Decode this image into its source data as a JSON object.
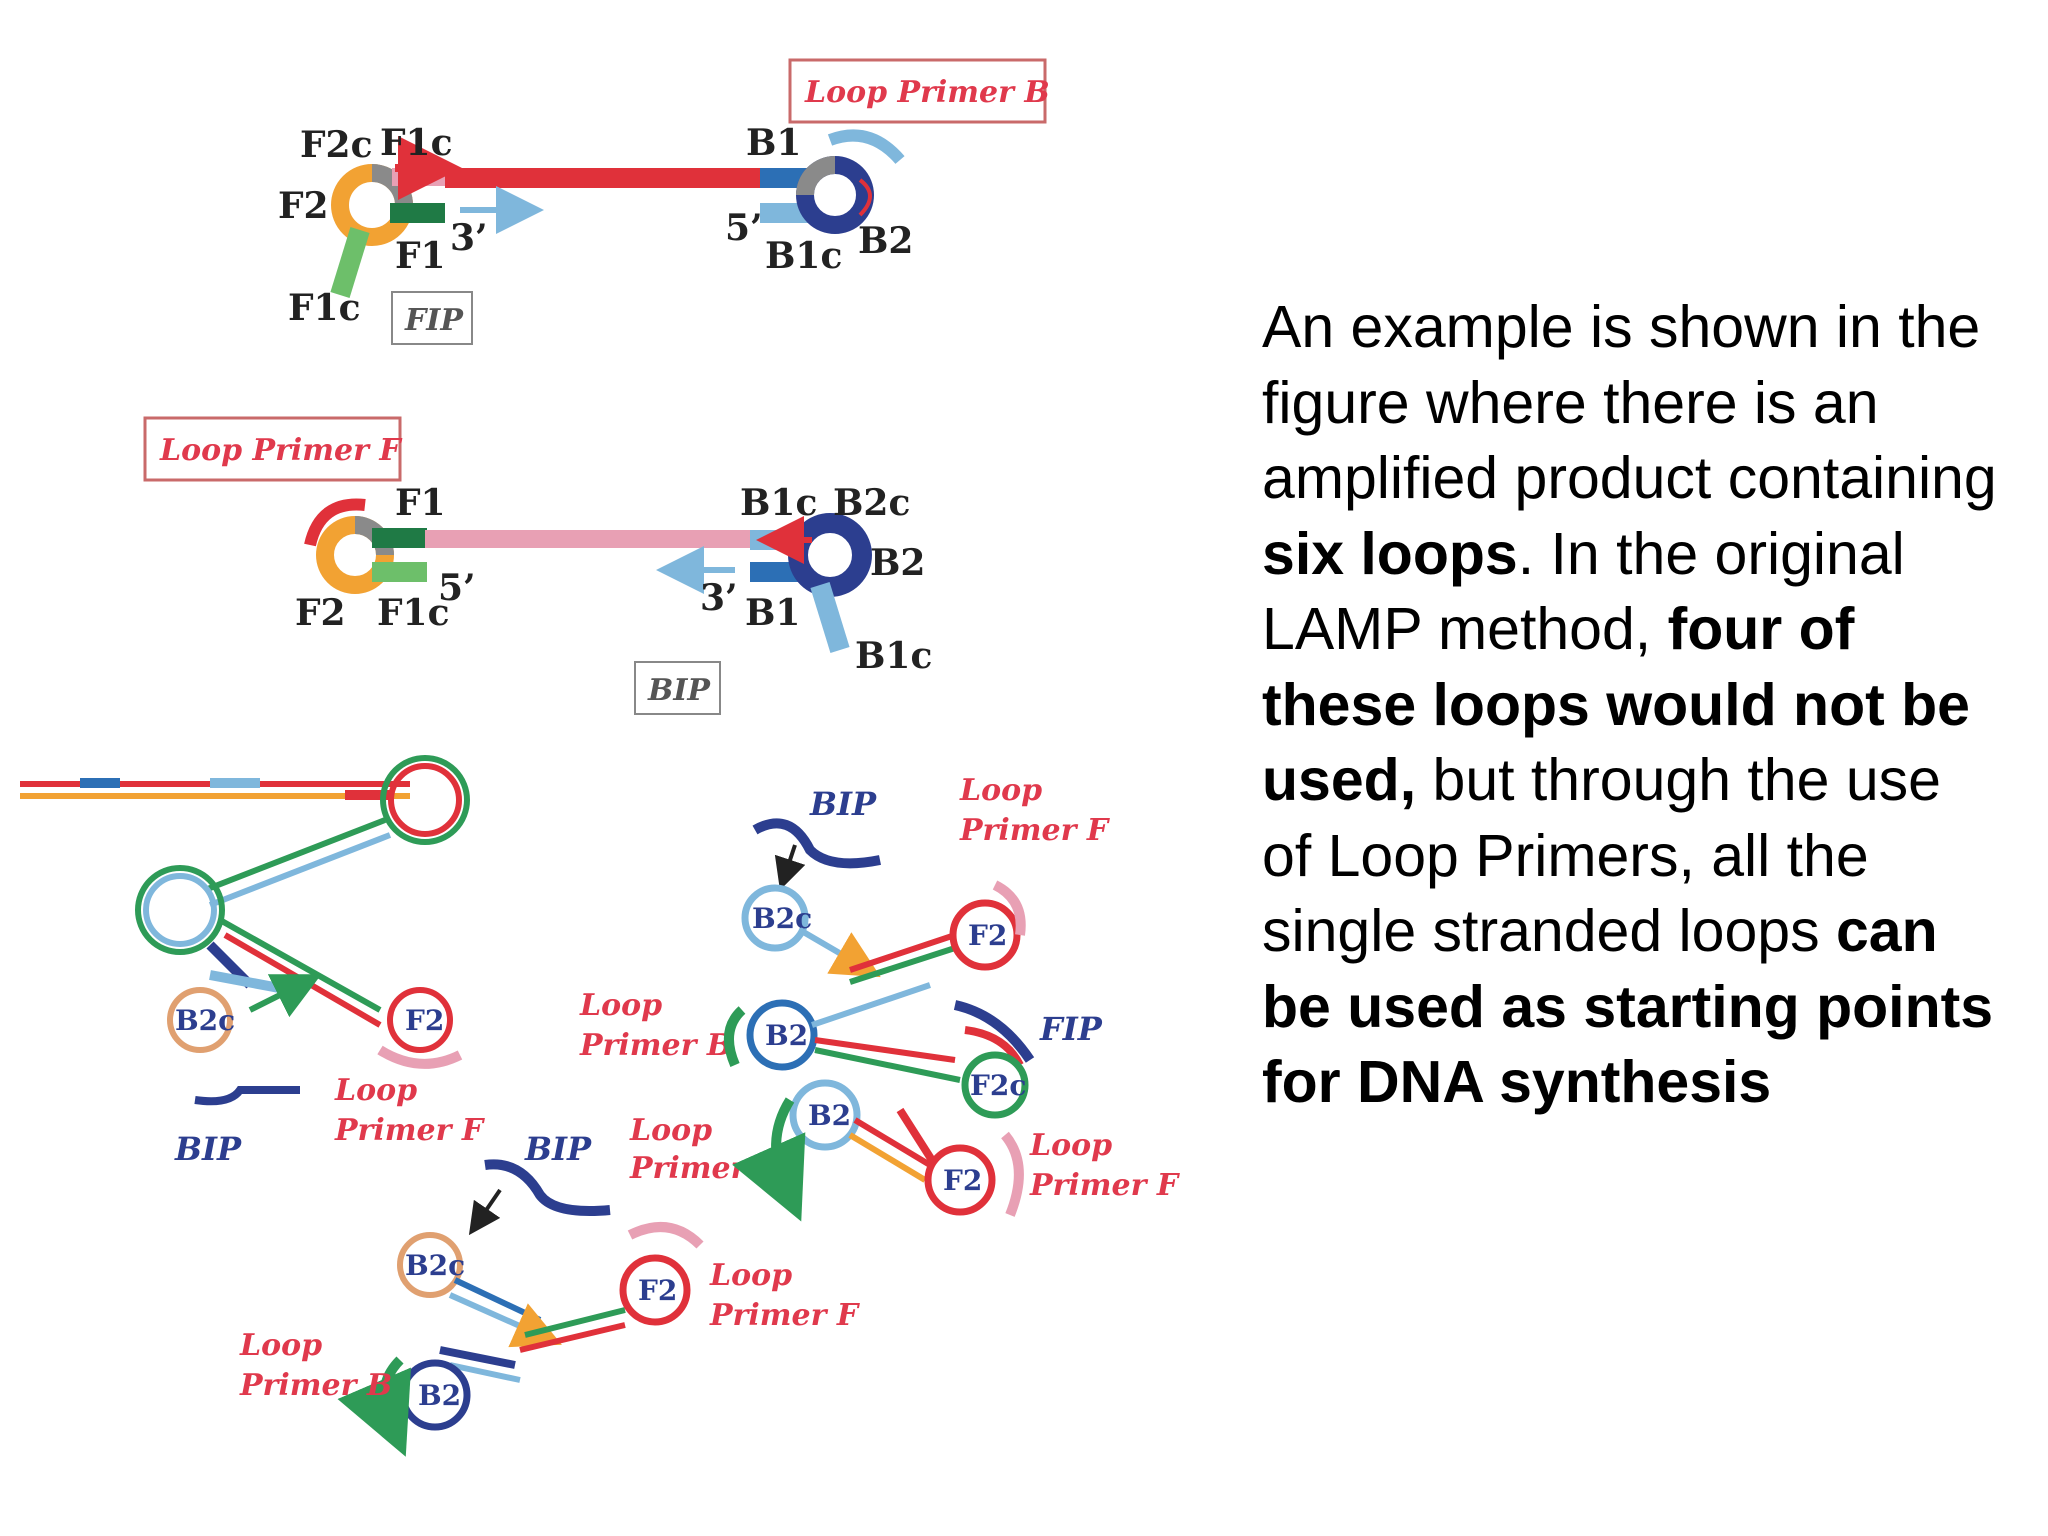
{
  "caption": {
    "t1": "An example is shown in the figure where there is an amplified product containing ",
    "b1": "six loops",
    "t2": ". In the original LAMP method, ",
    "b2": "four of these loops would not be used,",
    "t3": " but through the use of Loop Primers, all the single stranded loops ",
    "b3": "can be used as starting points for DNA synthesis"
  },
  "diagram": {
    "top": {
      "loop_primer_b": "Loop Primer B",
      "f2c": "F2c",
      "f1c": "F1c",
      "f2": "F2",
      "f1": "F1",
      "three_prime": "3’",
      "f1c_bottom": "F1c",
      "fip": "FIP",
      "b1": "B1",
      "five_prime": "5’",
      "b1c": "B1c",
      "b2": "B2"
    },
    "middle": {
      "loop_primer_f": "Loop Primer F",
      "f1": "F1",
      "f2": "F2",
      "f1c": "F1c",
      "five_prime": "5’",
      "b1c": "B1c",
      "b2c": "B2c",
      "b2": "B2",
      "three_prime": "3’",
      "b1": "B1",
      "b1c_tail": "B1c",
      "bip": "BIP"
    },
    "lower_left": {
      "b2c": "B2c",
      "f2": "F2",
      "bip": "BIP",
      "loop": "Loop",
      "primer_f": "Primer F"
    },
    "lower_middle": {
      "bip": "BIP",
      "loop_b": "Loop",
      "primer_b": "Primer B",
      "b2c": "B2c",
      "f2": "F2",
      "loop_f": "Loop",
      "primer_f": "Primer F",
      "loop_b2": "Loop",
      "primer_b2": "Primer B",
      "b2": "B2"
    },
    "right": {
      "bip": "BIP",
      "loop_f": "Loop",
      "primer_f": "Primer F",
      "b2c": "B2c",
      "f2": "F2",
      "loop_b": "Loop",
      "primer_b": "Primer B",
      "b2": "B2",
      "fip": "FIP",
      "f2c": "F2c",
      "b2_lower": "B2",
      "f2_lower": "F2",
      "loop_f2": "Loop",
      "primer_f2": "Primer F"
    }
  },
  "colors": {
    "red": "#e0313a",
    "pink": "#e8a0b4",
    "green": "#2e9b57",
    "light_green": "#6dbf6a",
    "blue": "#2c6fb5",
    "light_blue": "#7fb7dc",
    "navy": "#2c3e8f",
    "orange": "#f2a233",
    "gray": "#8a8a8a"
  }
}
